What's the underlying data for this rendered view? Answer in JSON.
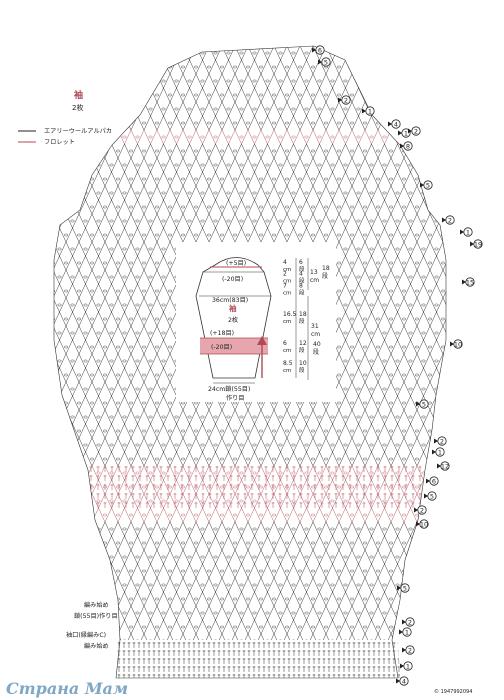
{
  "title": "袖",
  "count": "2枚",
  "legend": [
    {
      "label": "エアリーウールアルパカ",
      "color": "#222222"
    },
    {
      "label": "フロレット",
      "color": "#b04a55"
    }
  ],
  "colors": {
    "main": "#222222",
    "accent": "#b04a55",
    "band": "#e6a6ad"
  },
  "schematic": {
    "title": "袖",
    "count": "2枚",
    "top_increase": "(+5目)",
    "cap_decrease": "(-20目)",
    "width_label": "36cm(83目)",
    "band_increase": "(+18目)",
    "band_decrease": "(-20目)",
    "bottom_label": "24cm鎖(55目)",
    "bottom_sub": "作り目",
    "dims": [
      {
        "cm": "4",
        "unit": "cm",
        "rows": "6",
        "rows_unit": "段"
      },
      {
        "cm": "2",
        "unit": "cm",
        "rows": "4",
        "rows_unit": "段"
      },
      {
        "cm": "7",
        "unit": "cm",
        "rows": "8",
        "rows_unit": "段"
      },
      {
        "cm": "16.5",
        "unit": "cm",
        "rows": "18",
        "rows_unit": "段"
      },
      {
        "cm": "6",
        "unit": "cm",
        "rows": "12",
        "rows_unit": "段"
      },
      {
        "cm": "8.5",
        "unit": "cm",
        "rows": "10",
        "rows_unit": "段"
      }
    ],
    "total_top": {
      "cm": "13",
      "unit": "cm",
      "rows": "18",
      "rows_unit": "段"
    },
    "total_main": {
      "cm": "31",
      "unit": "cm",
      "rows": "40",
      "rows_unit": "段"
    }
  },
  "bottom_notes": {
    "start_1": "編み始め",
    "start_2": "鎖(55目)作り目",
    "cuff_1": "袖口(縁編みC)",
    "cuff_2": "編み始め"
  },
  "markers": [
    {
      "n": "6"
    },
    {
      "n": "5"
    },
    {
      "n": "2"
    },
    {
      "n": "1"
    },
    {
      "n": "4"
    },
    {
      "n": "1"
    },
    {
      "n": "2"
    },
    {
      "n": "8"
    },
    {
      "n": "5"
    },
    {
      "n": "2"
    },
    {
      "n": "1"
    },
    {
      "n": "19"
    },
    {
      "n": "15"
    },
    {
      "n": "10"
    },
    {
      "n": "5"
    },
    {
      "n": "2"
    },
    {
      "n": "1"
    },
    {
      "n": "12"
    },
    {
      "n": "6"
    },
    {
      "n": "5"
    },
    {
      "n": "2"
    },
    {
      "n": "10"
    },
    {
      "n": "5"
    },
    {
      "n": "2"
    },
    {
      "n": "1"
    },
    {
      "n": "2"
    },
    {
      "n": "1"
    },
    {
      "n": "4"
    }
  ],
  "watermark": "Страна Мам",
  "watermark_small": "© 1947992094"
}
